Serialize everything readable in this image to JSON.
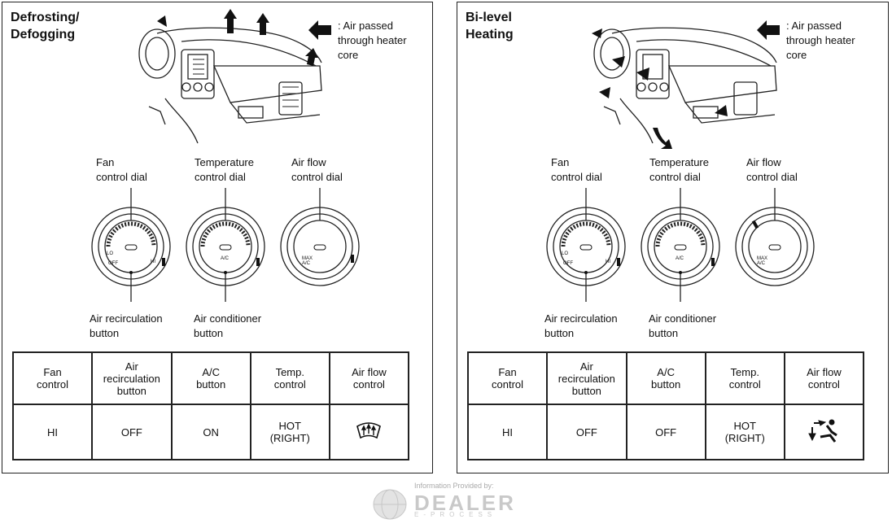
{
  "panels": [
    {
      "title_line1": "Defrosting/",
      "title_line2": "Defogging",
      "legend_line1": ": Air passed",
      "legend_line2": "through heater",
      "legend_line3": "core",
      "fan_label_1": "Fan",
      "fan_label_2": "control dial",
      "temp_label_1": "Temperature",
      "temp_label_2": "control dial",
      "flow_label_1": "Air flow",
      "flow_label_2": "control dial",
      "recirc_label_1": "Air recirculation",
      "recirc_label_2": "button",
      "ac_label_1": "Air conditioner",
      "ac_label_2": "button",
      "dial_text": {
        "lo": "LO",
        "off": "OFF",
        "hi": "HI",
        "ac": "A/C",
        "max": "MAX",
        "max_ac": "A/C"
      },
      "table_headers": [
        [
          "Fan",
          "control"
        ],
        [
          "Air",
          "recirculation",
          "button"
        ],
        [
          "A/C",
          "button"
        ],
        [
          "Temp.",
          "control"
        ],
        [
          "Air flow",
          "control"
        ]
      ],
      "table_values": {
        "fan": "HI",
        "recirc": "OFF",
        "ac": "ON",
        "temp_1": "HOT",
        "temp_2": "(RIGHT)",
        "flow_icon": "defrost-icon"
      }
    },
    {
      "title_line1": "Bi-level",
      "title_line2": "Heating",
      "legend_line1": ": Air passed",
      "legend_line2": "through heater",
      "legend_line3": "core",
      "fan_label_1": "Fan",
      "fan_label_2": "control dial",
      "temp_label_1": "Temperature",
      "temp_label_2": "control dial",
      "flow_label_1": "Air flow",
      "flow_label_2": "control dial",
      "recirc_label_1": "Air recirculation",
      "recirc_label_2": "button",
      "ac_label_1": "Air conditioner",
      "ac_label_2": "button",
      "dial_text": {
        "lo": "LO",
        "off": "OFF",
        "hi": "HI",
        "ac": "A/C",
        "max": "MAX",
        "max_ac": "A/C"
      },
      "table_headers": [
        [
          "Fan",
          "control"
        ],
        [
          "Air",
          "recirculation",
          "button"
        ],
        [
          "A/C",
          "button"
        ],
        [
          "Temp.",
          "control"
        ],
        [
          "Air flow",
          "control"
        ]
      ],
      "table_values": {
        "fan": "HI",
        "recirc": "OFF",
        "ac": "OFF",
        "temp_1": "HOT",
        "temp_2": "(RIGHT)",
        "flow_icon": "bi-level-icon"
      }
    }
  ],
  "footer": {
    "provided_by": "Information Provided by:",
    "brand": "DEALER",
    "sub": "E-PROCESS"
  }
}
